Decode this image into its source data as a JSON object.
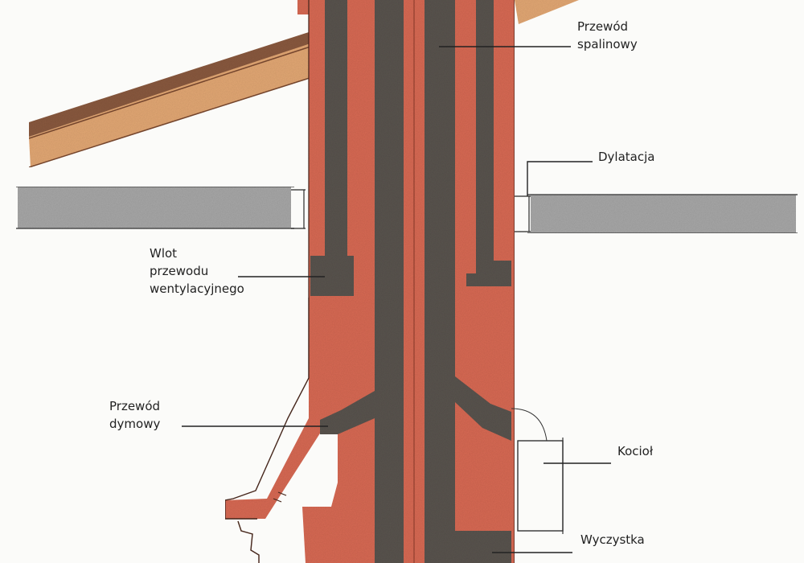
{
  "labels": {
    "przewod_spalinowy": "Przewód\nspalinowy",
    "dylatacja": "Dylatacja",
    "wlot": "Wlot\nprzewodu\nwentylacyjnego",
    "przewod_dymowy": "Przewód\ndymowy",
    "kociol": "Kocioł",
    "wyczystka": "Wyczystka"
  },
  "colors": {
    "brick": "#d86a55",
    "flue_dark": "#5a5450",
    "slab_gray": "#a8a8a8",
    "roof_light": "#e3a874",
    "roof_dark": "#8a5a40",
    "leader": "#222222"
  }
}
